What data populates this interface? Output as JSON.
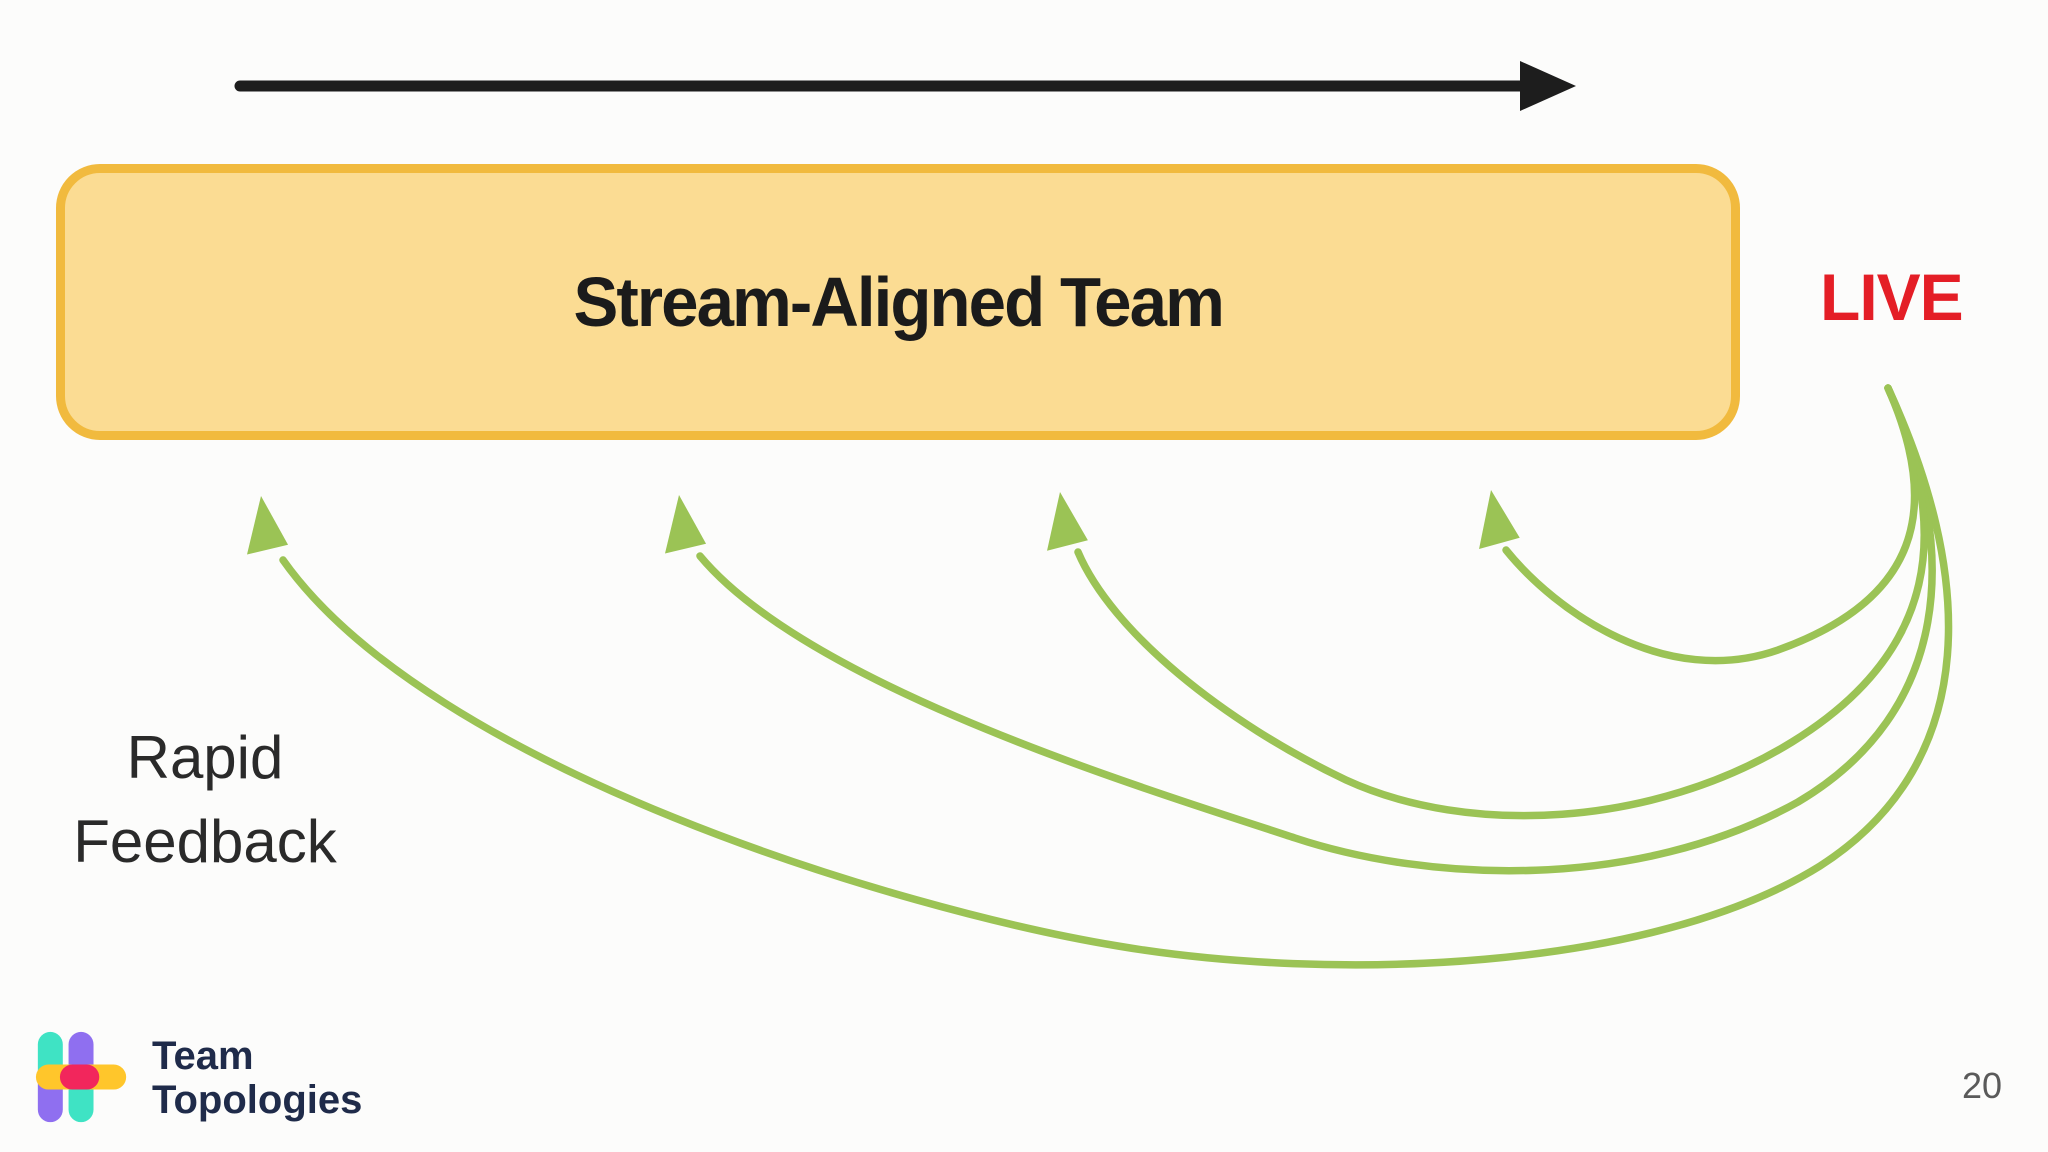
{
  "slide": {
    "background_color": "#fcfcfb",
    "page_number": "20"
  },
  "timeline": {
    "description": "black arrow pointing right above team box",
    "color": "#1d1d1d"
  },
  "team_box": {
    "label": "Stream-Aligned Team",
    "fill_color": "#fbdc93",
    "border_color": "#f1ba3e",
    "text_color": "#1b1b1b"
  },
  "live": {
    "label": "LIVE",
    "color": "#e41e26"
  },
  "feedback": {
    "label_line1": "Rapid",
    "label_line2": "Feedback",
    "arrow_color": "#9bc355",
    "arrow_count": 4
  },
  "logo": {
    "line1": "Team",
    "line2": "Topologies",
    "text_color": "#1f2b4a",
    "icon_colors": {
      "teal": "#3fe3c4",
      "purple": "#8f6ff0",
      "yellow": "#ffc62b",
      "red": "#f2265c"
    }
  }
}
